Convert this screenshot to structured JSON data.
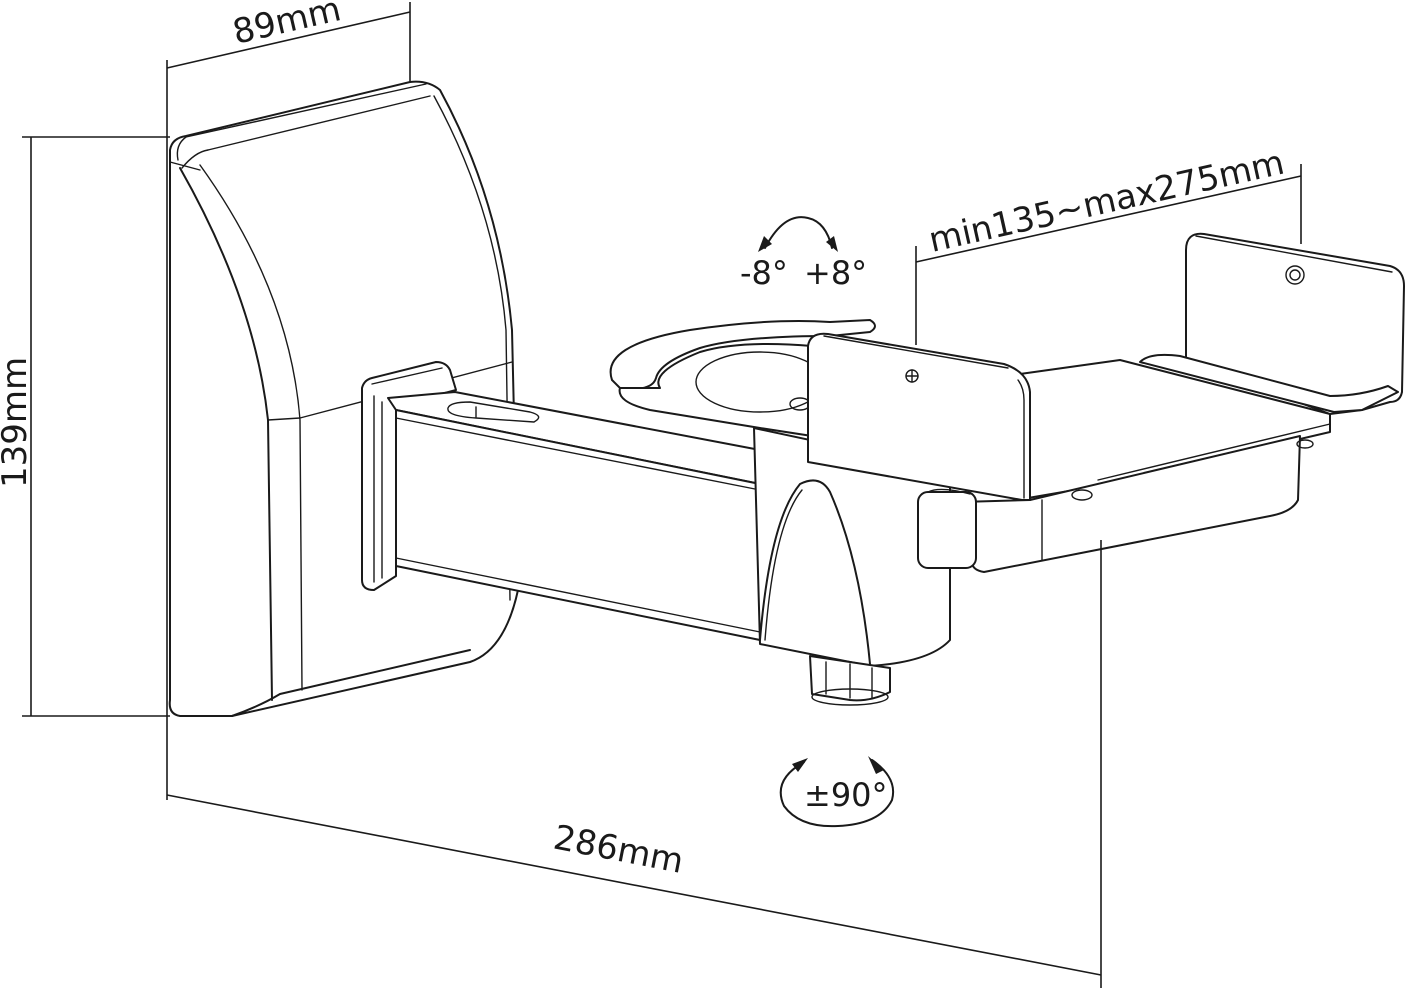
{
  "diagram": {
    "title": "Speaker wall mount bracket dimension drawing",
    "line_color": "#1a1a1a",
    "background": "#ffffff",
    "dimensions": {
      "depth_label": "89mm",
      "height_label": "139mm",
      "reach_label": "286mm",
      "platform_width_label": "min135~max275mm"
    },
    "rotations": {
      "tilt_minus": "-8°",
      "tilt_plus": "+8°",
      "swivel": "±90°"
    },
    "parts": [
      "wall-plate",
      "arm",
      "swivel-joint",
      "tilt-ring",
      "speaker-platform",
      "front-clamp-plate",
      "rear-clamp-plate",
      "adjust-knob"
    ]
  }
}
